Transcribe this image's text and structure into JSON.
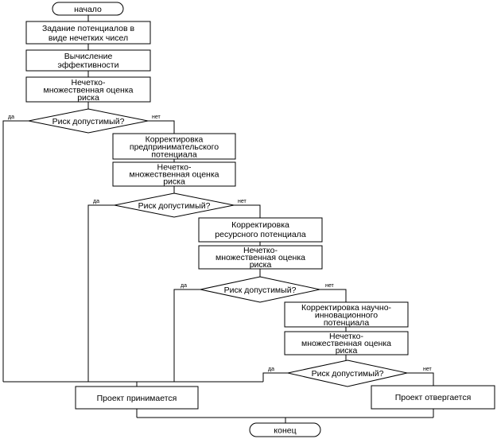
{
  "nodes": {
    "start": "начало",
    "set_potentials": [
      "Задание потенциалов в",
      "виде нечетких чисел"
    ],
    "calc_efficiency": [
      "Вычисление",
      "эффективности"
    ],
    "risk_eval_1": [
      "Нечетко-",
      "множественная оценка",
      "риска"
    ],
    "decision_1": "Риск допустимый?",
    "adjust_entrepreneurial": [
      "Корректировка",
      "предпринимательского",
      "потенциала"
    ],
    "risk_eval_2": [
      "Нечетко-",
      "множественная оценка",
      "риска"
    ],
    "decision_2": "Риск допустимый?",
    "adjust_resource": [
      "Корректировка",
      "ресурсного потенциала"
    ],
    "risk_eval_3": [
      "Нечетко-",
      "множественная оценка",
      "риска"
    ],
    "decision_3": "Риск допустимый?",
    "adjust_innovation": [
      "Корректировка научно-",
      "инновационного",
      "потенциала"
    ],
    "risk_eval_4": [
      "Нечетко-",
      "множественная оценка",
      "риска"
    ],
    "decision_4": "Риск допустимый?",
    "accepted": "Проект принимается",
    "rejected": "Проект отвергается",
    "end": "конец"
  },
  "branch_labels": {
    "yes": "да",
    "no": "нет"
  }
}
